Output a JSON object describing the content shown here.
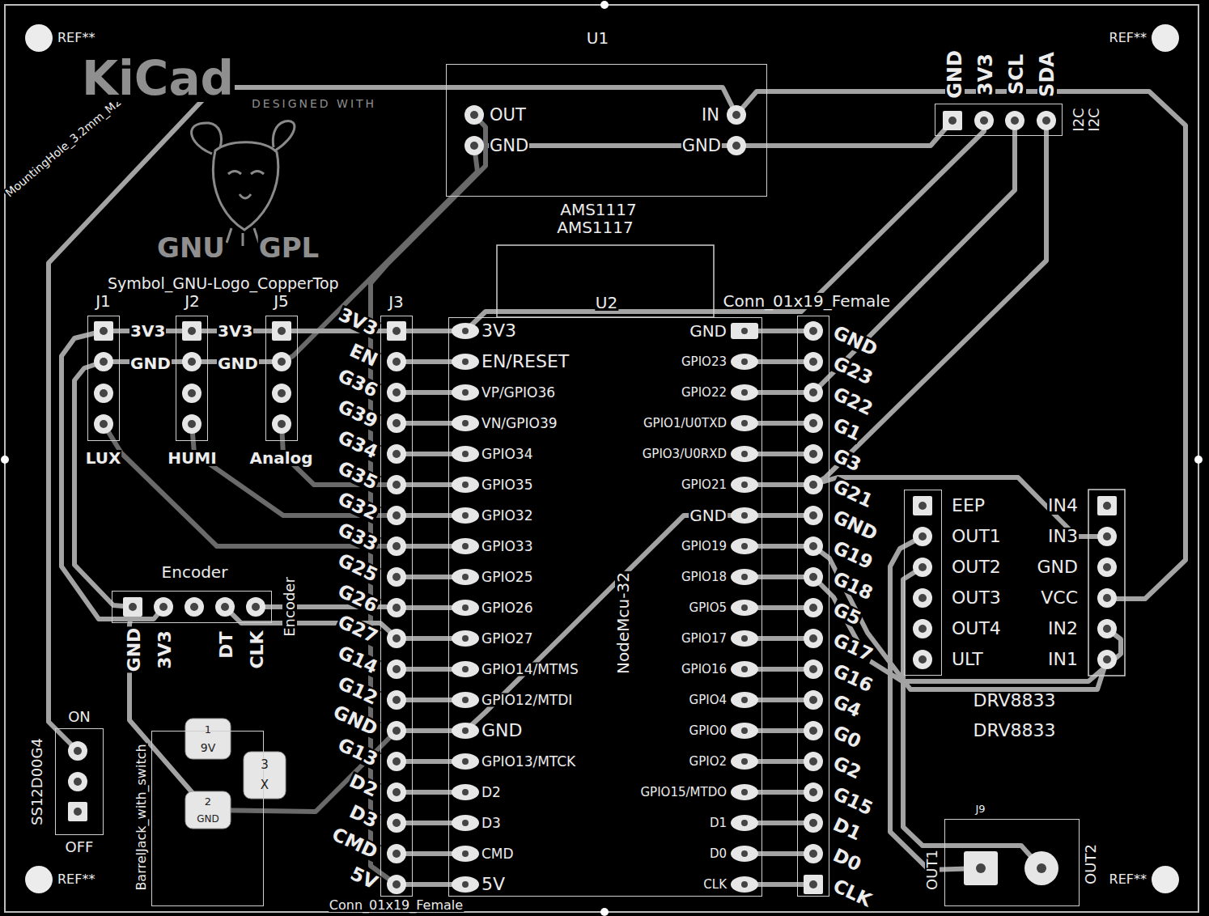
{
  "diagram": {
    "nodes": [
      {
        "text": [
          "U1",
          "AMS1117",
          "AMS1117"
        ]
      },
      {
        "text": [
          "I2C",
          "I2C"
        ]
      },
      {
        "text": [
          "J1",
          "LUX"
        ]
      },
      {
        "text": [
          "J2",
          "HUMI"
        ]
      },
      {
        "text": [
          "J5",
          "Analog"
        ]
      },
      {
        "text": [
          "J3",
          "Conn_01x19_Female"
        ]
      },
      {
        "text": [
          "U2",
          "NodeMcu-32"
        ]
      },
      {
        "text": [
          "Conn_01x19_Female"
        ]
      },
      {
        "text": [
          "DRV8833",
          "DRV8833"
        ]
      },
      {
        "text": [
          "Encoder",
          "Encoder"
        ]
      },
      {
        "text": [
          "SS12D00G4"
        ]
      },
      {
        "text": [
          "BarrelJack_with_switch"
        ]
      },
      {
        "text": [
          "J9"
        ]
      }
    ],
    "labels": [
      "REF**",
      "REF**",
      "REF**",
      "REF**",
      "MountingHole_3.2mm_M2",
      "KiCad",
      "DESIGNED WITH",
      "GNU",
      "GPL",
      "Symbol_GNU-Logo_CopperTop",
      "OUT",
      "GND",
      "IN",
      "GND",
      "3V3",
      "GND",
      "3V3",
      "GND",
      "GND",
      "3V3",
      "DT",
      "CLK",
      "ON",
      "OFF",
      "1",
      "9V",
      "2",
      "GND",
      "3",
      "X",
      "GND",
      "3V3",
      "SCL",
      "SDA",
      "EEP",
      "OUT1",
      "OUT2",
      "OUT3",
      "OUT4",
      "ULT",
      "IN4",
      "IN3",
      "GND",
      "VCC",
      "IN2",
      "IN1",
      "OUT1",
      "OUT2",
      "3V3",
      "EN/RESET",
      "VP/GPIO36",
      "VN/GPIO39",
      "GPIO34",
      "GPIO35",
      "GPIO32",
      "GPIO33",
      "GPIO25",
      "GPIO26",
      "GPIO27",
      "GPIO14/MTMS",
      "GPIO12/MTDI",
      "GND",
      "GPIO13/MTCK",
      "D2",
      "D3",
      "CMD",
      "5V",
      "GND",
      "GPIO23",
      "GPIO22",
      "GPIO1/U0TXD",
      "GPIO3/U0RXD",
      "GPIO21",
      "GND",
      "GPIO19",
      "GPIO18",
      "GPIO5",
      "GPIO17",
      "GPIO16",
      "GPIO4",
      "GPIO0",
      "GPIO2",
      "GPIO15/MTDO",
      "D1",
      "D0",
      "CLK",
      "3V3",
      "EN",
      "G36",
      "G39",
      "G34",
      "G35",
      "G32",
      "G33",
      "G25",
      "G26",
      "G27",
      "G14",
      "G12",
      "GND",
      "G13",
      "D2",
      "D3",
      "CMD",
      "5V",
      "GND",
      "G23",
      "G22",
      "G1",
      "G3",
      "G21",
      "GND",
      "G19",
      "G18",
      "G5",
      "G17",
      "G16",
      "G4",
      "G0",
      "G2",
      "G15",
      "D1",
      "D0",
      "CLK"
    ]
  }
}
